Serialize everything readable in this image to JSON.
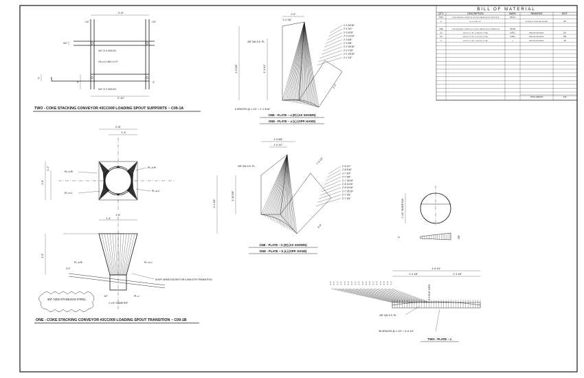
{
  "bom": {
    "title": "BILL OF MATERIAL",
    "headers": [
      "QTY.",
      "DESCRIPTION",
      "MARK",
      "REMARKS",
      "WGT."
    ],
    "rows": [
      {
        "qty": "TWO",
        "desc": "COKE STACKING CONVEYOR #3CC009 LOADING SPOUT SUPPORTS",
        "mark": "C09-1A",
        "remarks": "",
        "wgt": ""
      },
      {
        "qty": "2",
        "desc": "15 x 4 x 3/8 x 4'-0\"",
        "mark": "",
        "remarks": "WITH BOLT HOLES AS SHOWN",
        "wgt": "88"
      },
      {
        "qty": "",
        "desc": "",
        "mark": "",
        "remarks": "",
        "wgt": ""
      },
      {
        "qty": "ONE",
        "desc": "COKE STACKING CONVEYOR #3CC009 LOADING SPOUT TRANSITION",
        "mark": "C09-1B",
        "remarks": "",
        "wgt": ""
      },
      {
        "qty": "1/1",
        "desc": "304 S.S. PL. 3/8\" x 3.4060 SQ. FT. EA.",
        "mark": "a (R/L)",
        "remarks": "BENT AS INDICATED",
        "wgt": "110"
      },
      {
        "qty": "1/1",
        "desc": "304 S.S. PL. 3/8\" x 4.7707 SQ. FT. EA.",
        "mark": "b (R/L)",
        "remarks": "BENT AS INDICATED",
        "wgt": "156"
      },
      {
        "qty": "2",
        "desc": "304 S.S. PL. 3/8\" x 1.4605 SQ. FT. EA.",
        "mark": "c",
        "remarks": "BENT AS INDICATED",
        "wgt": "48"
      }
    ],
    "total_label": "TOTAL WEIGHT",
    "total_value": "419"
  },
  "supports": {
    "title": "TWO - COKE STACKING CONVEYOR #3CC009 LOADING SPOUT SUPPORTS ~ C09-1A",
    "dims": {
      "top": "2'-6\"",
      "bottom": "2'-10\"",
      "small_a": "1/2\"",
      "small_b": "1/2\"",
      "left_a": "3/4\"",
      "left_b": "4\"",
      "left_c": "3\"",
      "right_a": "3\""
    },
    "notes": {
      "holes_top": "3/4\" ∅ 4 HOLES",
      "member": "15 x 4 x 3/8 x 4'-0\"",
      "holes_bottom": "3/4\" ∅ 2 HOLES"
    }
  },
  "transition": {
    "title": "ONE - COKE STACKING CONVEYOR #3CC009 LOADING SPOUT TRANSITION ~ C09-1B",
    "dims": {
      "top1": "2'-8\"",
      "top2": "1'-4\"",
      "left1": "1'-4\"",
      "left2": "2'-8\"",
      "side_a": "3'-1\"",
      "top3": "1'-4\"",
      "top4": "2'-8\"",
      "bot_small": "1/2\"",
      "bot_dia": "1'-1/4\" DIAMETER",
      "elev": "1'-9\"",
      "dim_1": "3'-0\""
    },
    "labels": {
      "pl_b_r": "PL-b R/",
      "pl_b_l": "PL-b L/",
      "pl_a_r": "PL-a R/",
      "pl_a_l": "PL-a L/",
      "pl_a_r2": "PL-a R/",
      "pl_a_l2": "PL-a L/",
      "pl_c": "PL-c",
      "shop_grind": "SHOP GRIND EDGES FOR A SMOOTH TRANSITION.",
      "stainless": "3/8\" A304 STAINLESS STEEL"
    }
  },
  "plate_a": {
    "dims": {
      "top": "2'-9\"",
      "top2": "1'-2 1/8\"",
      "left": "1'-5 5/8\"",
      "left2": "1'-1 3/4\"",
      "right": "2'-4\"",
      "thk": "3/8\" 304 S.S. PL."
    },
    "ords": [
      "2'-4 15/16\"",
      "2'-4 3/4\"",
      "2'-3 3/16\"",
      "2'-3 11/16\"",
      "2'-3 5/8\"",
      "2'-3 3/8\"",
      "2'-2 15/16\"",
      "2'-2 7/16\"",
      "2'-1 13/16\"",
      "2'-1 1/4\""
    ],
    "spaces": "8 SPACES @ 1 1/2\" = 1'-1 9/16\"",
    "label1": "ONE - PLATE ~ a (R) (AS SHOWN)",
    "label2": "ONE - PLATE ~ a (L) (OPP. HAND)"
  },
  "plate_b": {
    "dims": {
      "top": "2'-9 5/8\"",
      "top2": "1'-9 1/2\"",
      "left": "2'-4 3/8\"",
      "right": "1'-10 5/8\"",
      "right2": "3'-0\"",
      "thk": "3/8\" 304 S.S. PL."
    },
    "ords": [
      "2'-8 1/2\"",
      "2'-8 9/16\"",
      "2'-7 3/4\"",
      "2'-7 3/8\"",
      "2'-7 15/16\"",
      "2'-8 11/16\"",
      "2'-8 11/16\"",
      "2'-7 15/16\"",
      "2'-7 1/8\"",
      "2'-7 3/4\""
    ],
    "label1": "ONE - PLATE ~ b (R) (AS SHOWN)",
    "label2": "ONE - PLATE ~ b (L) (OPP. HAND)"
  },
  "plate_c": {
    "dims": {
      "circle_side": "1'-1/2\" INSIDE DIA.",
      "top": "4'-8 1/4\"",
      "top_l": "2'-3 1/8\"",
      "top_r": "2'-3 1/8\"",
      "right": "3/8\"",
      "thk": "3/8\" 304 S.S. PL.",
      "small_v": "3\"",
      "circ": "3'-3 9/16\" CIRC."
    },
    "ords": [
      "3'-1\"",
      "3'-1\"",
      "3'-1\"",
      "3'-1\"",
      "3'-1\"",
      "3'-1\"",
      "3'-1\"",
      "3'-1\"",
      "3'-1\"",
      "3'-1\"",
      "3'-1\"",
      "3'-1\"",
      "3'-1\"",
      "3'-1\"",
      "3'-1\"",
      "3'-1\"",
      "3'-1\"",
      "3'-1\""
    ],
    "spaces": "36 SPACES @ 1 1/2\" = 4'-6 1/4\"",
    "label": "TWO - PLATE ~ c"
  }
}
